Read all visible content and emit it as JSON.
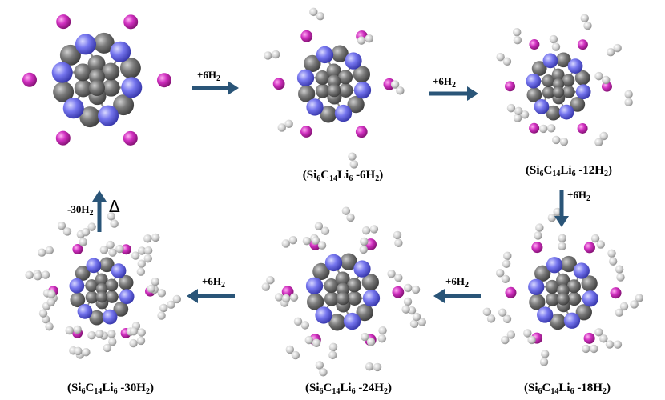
{
  "colors": {
    "carbon": "#6f6f6f",
    "silicon": "#7b7bf0",
    "lithium": "#cc33bb",
    "hydrogen": "#d4d4d4",
    "arrow": "#2a5578"
  },
  "structures": [
    {
      "id": "s0",
      "label": null,
      "h2_count": 0
    },
    {
      "id": "s1",
      "label": {
        "pre": "(Si",
        "s1": "6",
        "m1": "C",
        "s2": "14",
        "m2": "Li",
        "s3": "6",
        "post1": " -6H",
        "s4": "2",
        "post2": ")"
      },
      "h2_count": 6
    },
    {
      "id": "s2",
      "label": {
        "pre": "(Si",
        "s1": "6",
        "m1": "C",
        "s2": "14",
        "m2": "Li",
        "s3": "6",
        "post1": " -12H",
        "s4": "2",
        "post2": ")"
      },
      "h2_count": 12
    },
    {
      "id": "s3",
      "label": {
        "pre": "(Si",
        "s1": "6",
        "m1": "C",
        "s2": "14",
        "m2": "Li",
        "s3": "6",
        "post1": " -18H",
        "s4": "2",
        "post2": ")"
      },
      "h2_count": 18
    },
    {
      "id": "s4",
      "label": {
        "pre": "(Si",
        "s1": "6",
        "m1": "C",
        "s2": "14",
        "m2": "Li",
        "s3": "6",
        "post1": " -24H",
        "s4": "2",
        "post2": ")"
      },
      "h2_count": 24
    },
    {
      "id": "s5",
      "label": {
        "pre": "(Si",
        "s1": "6",
        "m1": "C",
        "s2": "14",
        "m2": "Li",
        "s3": "6",
        "post1": " -30H",
        "s4": "2",
        "post2": ")"
      },
      "h2_count": 30
    }
  ],
  "arrows": [
    {
      "id": "a1",
      "text": "+6H",
      "sub": "2",
      "direction": "right"
    },
    {
      "id": "a2",
      "text": "+6H",
      "sub": "2",
      "direction": "right"
    },
    {
      "id": "a3",
      "text": "+6H",
      "sub": "2",
      "direction": "down"
    },
    {
      "id": "a4",
      "text": "+6H",
      "sub": "2",
      "direction": "left"
    },
    {
      "id": "a5",
      "text": "+6H",
      "sub": "2",
      "direction": "left"
    },
    {
      "id": "a6",
      "text": "-30H",
      "sub": "2",
      "direction": "up",
      "symbol": "Δ"
    }
  ]
}
